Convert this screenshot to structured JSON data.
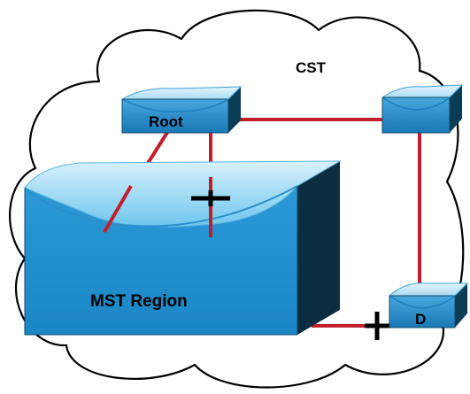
{
  "labels": {
    "cloud": "CST",
    "root_switch": "Root",
    "region": "MST Region",
    "designated_switch": "D"
  },
  "icons": {
    "cloud": "cloud-icon",
    "switch": "switch-icon",
    "region": "mst-region-icon",
    "blocked_port": "blocked-port-icon"
  },
  "colors": {
    "switch_face": "#2a8cc8",
    "switch_top_light": "#a9d9f2",
    "switch_side_dark": "#0b3d55",
    "region_face": "#1f8ed0",
    "region_top": "#7fcff0",
    "region_side": "#0b2d3f",
    "link": "#c0202b",
    "cloud_outline": "#000000"
  }
}
